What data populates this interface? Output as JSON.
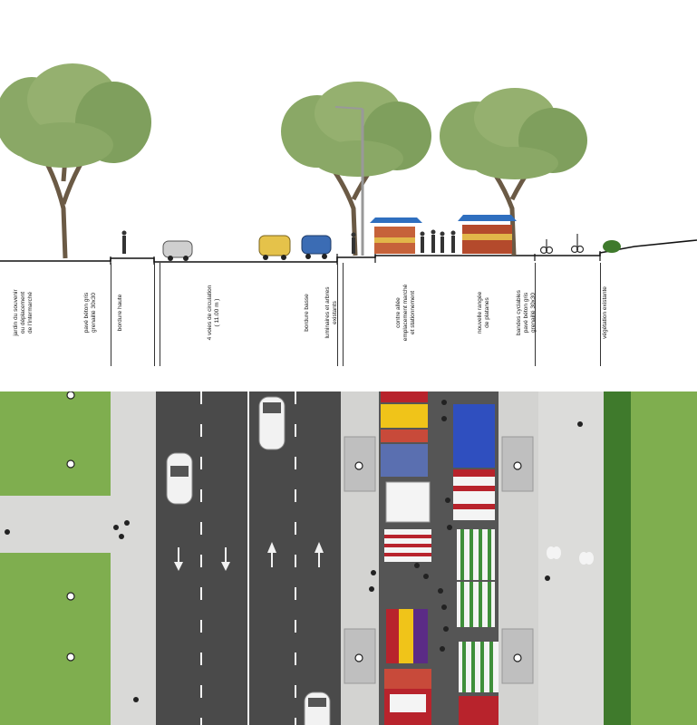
{
  "section_labels": [
    "jardin du souvenir\nou déplacement\nde l'intermarché",
    "pavé béton gris\ngrenaillé 30x30",
    "bordure haute",
    "4 voies de circulation\n( 11.00 m )",
    "bordure basse",
    "luminaires et arbres\nexistants",
    "contre allée\nemplacement marché\net stationnement",
    "nouvelle rangée\nde platanes",
    "bandes cyclables\npavé béton gris\ngrenaillé 30x30",
    "végétation existante"
  ],
  "colors": {
    "grass": "#7fae4f",
    "paving": "#d9d9d7",
    "asphalt": "#4a4a4a",
    "tree_foliage": "#8aa866",
    "tree_trunk": "#6b5a45",
    "ground_line": "#111111",
    "car_white": "#f2f2f2",
    "car_yellow": "#e5c24a",
    "car_blue": "#3b6cb4",
    "stall_red": "#b8232c",
    "stall_yellow": "#f0c419",
    "stall_purple": "#5b2b86",
    "stall_blue": "#2f4fbf",
    "stall_white": "#f4f4f4",
    "stall_green": "#3f8f3a",
    "hedge": "#3f7a2c"
  },
  "icons": [
    "tree-icon",
    "car-icon",
    "pedestrian-icon",
    "cyclist-icon",
    "market-stall-icon",
    "lamp-post-icon",
    "arrow-up-icon",
    "arrow-down-icon"
  ]
}
